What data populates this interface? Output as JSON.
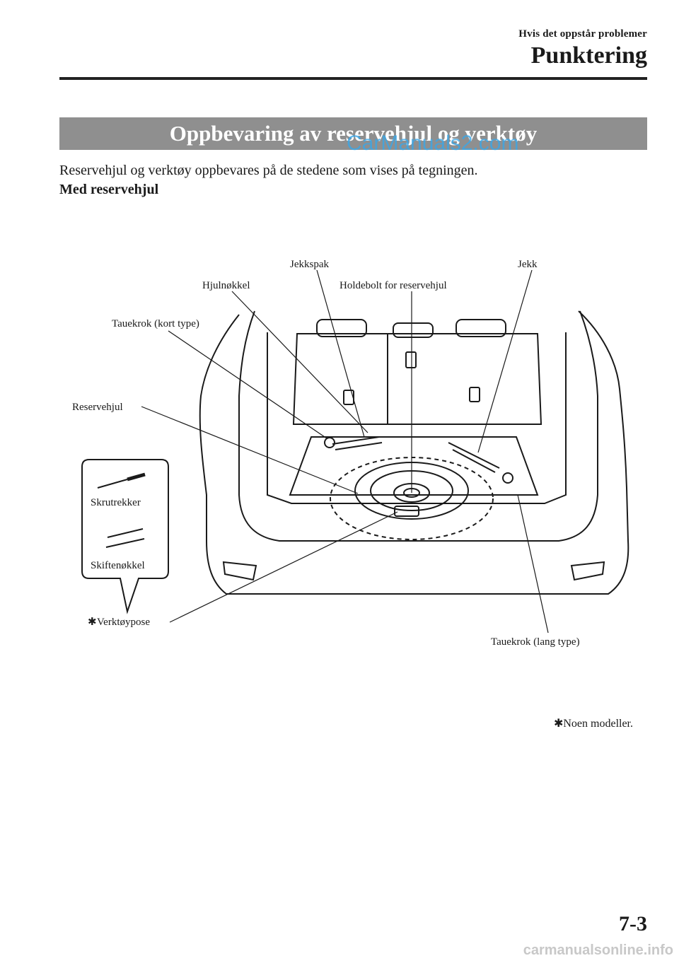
{
  "header": {
    "section": "Hvis det oppstår problemer",
    "title": "Punktering"
  },
  "section_title": "Oppbevaring av reservehjul og verktøy",
  "watermark_top": "CarManuals2.com",
  "intro_text": "Reservehjul og verktøy oppbevares på de stedene som vises på tegningen.",
  "subheading": "Med reservehjul",
  "diagram": {
    "labels": {
      "jekkspak": "Jekkspak",
      "jekk": "Jekk",
      "hjulnokkel": "Hjulnøkkel",
      "holdebolt": "Holdebolt for reservehjul",
      "tauekrok_kort": "Tauekrok (kort type)",
      "reservehjul": "Reservehjul",
      "skrutrekker": "Skrutrekker",
      "skiftenokkel": "Skiftenøkkel",
      "verktoypose": "Verktøypose",
      "tauekrok_lang": "Tauekrok (lang type)"
    }
  },
  "footnote": "Noen modeller.",
  "page_number": "7-3",
  "watermark_bottom": "carmanualsonline.info"
}
